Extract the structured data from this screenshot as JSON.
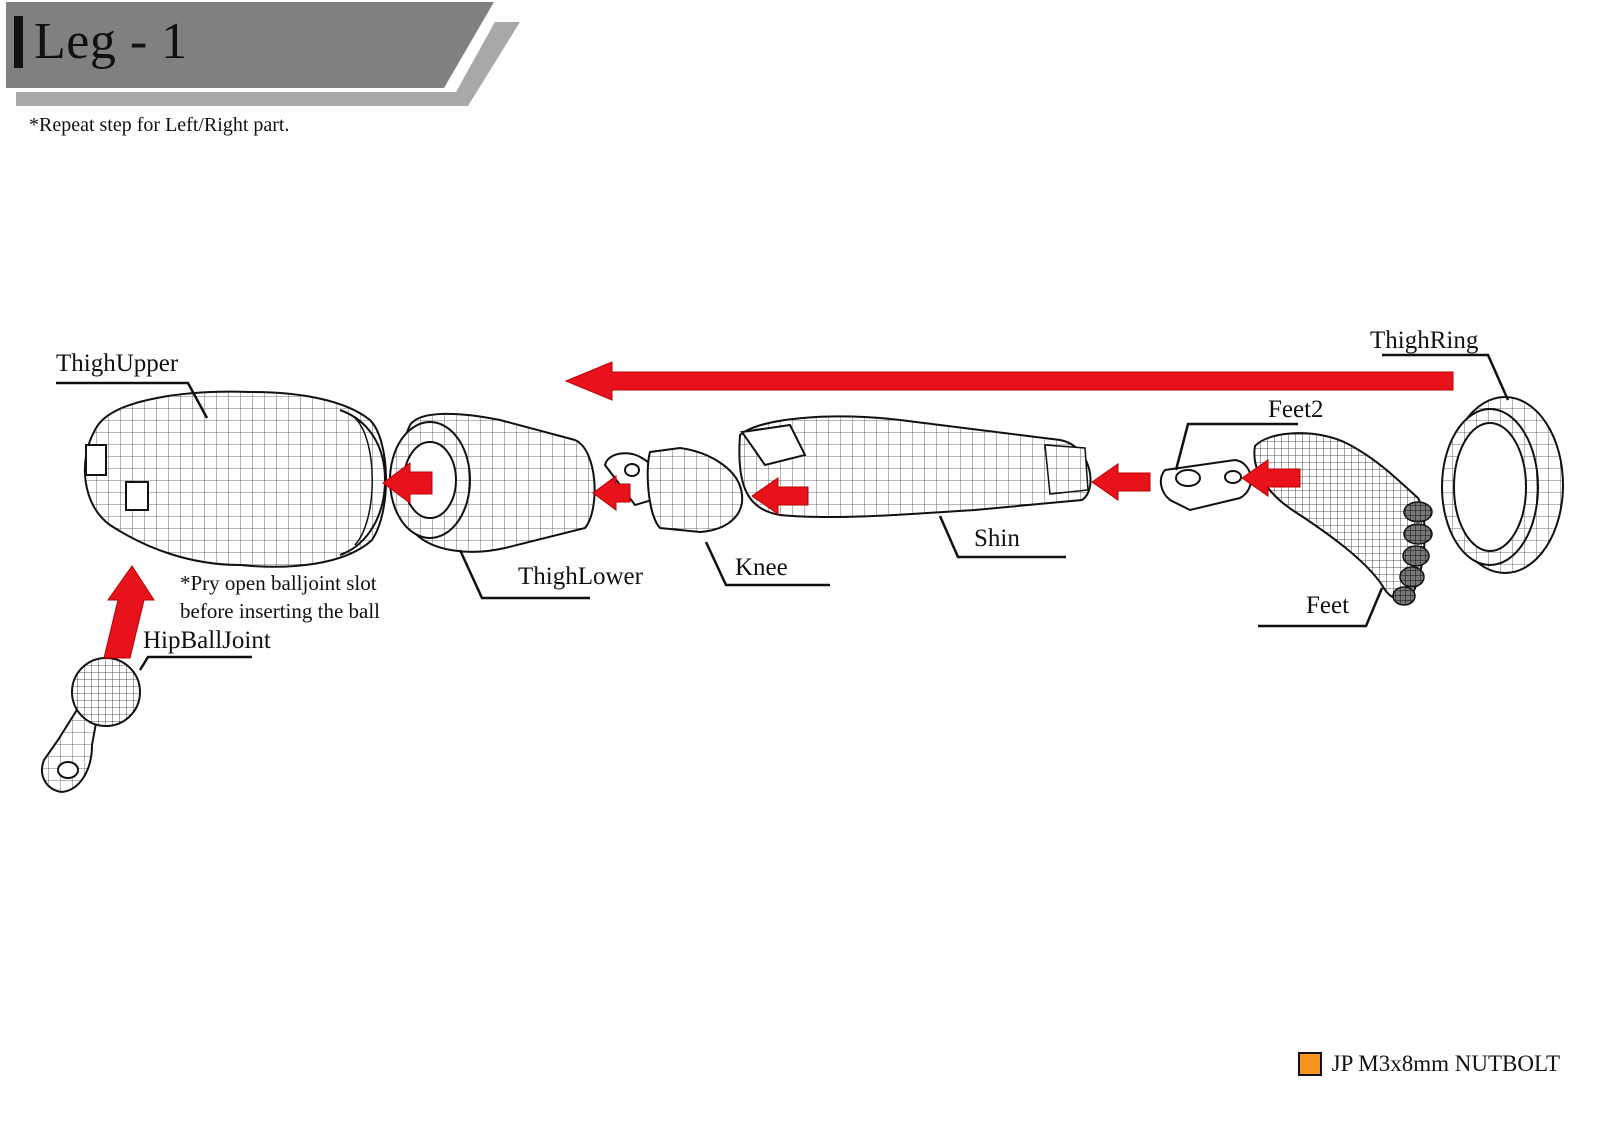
{
  "header": {
    "title": "Leg - 1",
    "note": "*Repeat step for Left/Right part."
  },
  "parts": {
    "thigh_upper": "ThighUpper",
    "thigh_lower": "ThighLower",
    "knee": "Knee",
    "shin": "Shin",
    "feet2": "Feet2",
    "feet": "Feet",
    "thigh_ring": "ThighRing",
    "hip_ball_joint": "HipBallJoint"
  },
  "instruction": {
    "line1": "*Pry open balljoint slot",
    "line2": "before inserting the ball"
  },
  "legend": {
    "label": "JP M3x8mm NUTBOLT",
    "swatch_color": "#f7941d"
  },
  "colors": {
    "arrow": "#e8121c",
    "banner": "#808080",
    "banner_shadow": "#a8a8a8",
    "accent_bar": "#111111"
  }
}
